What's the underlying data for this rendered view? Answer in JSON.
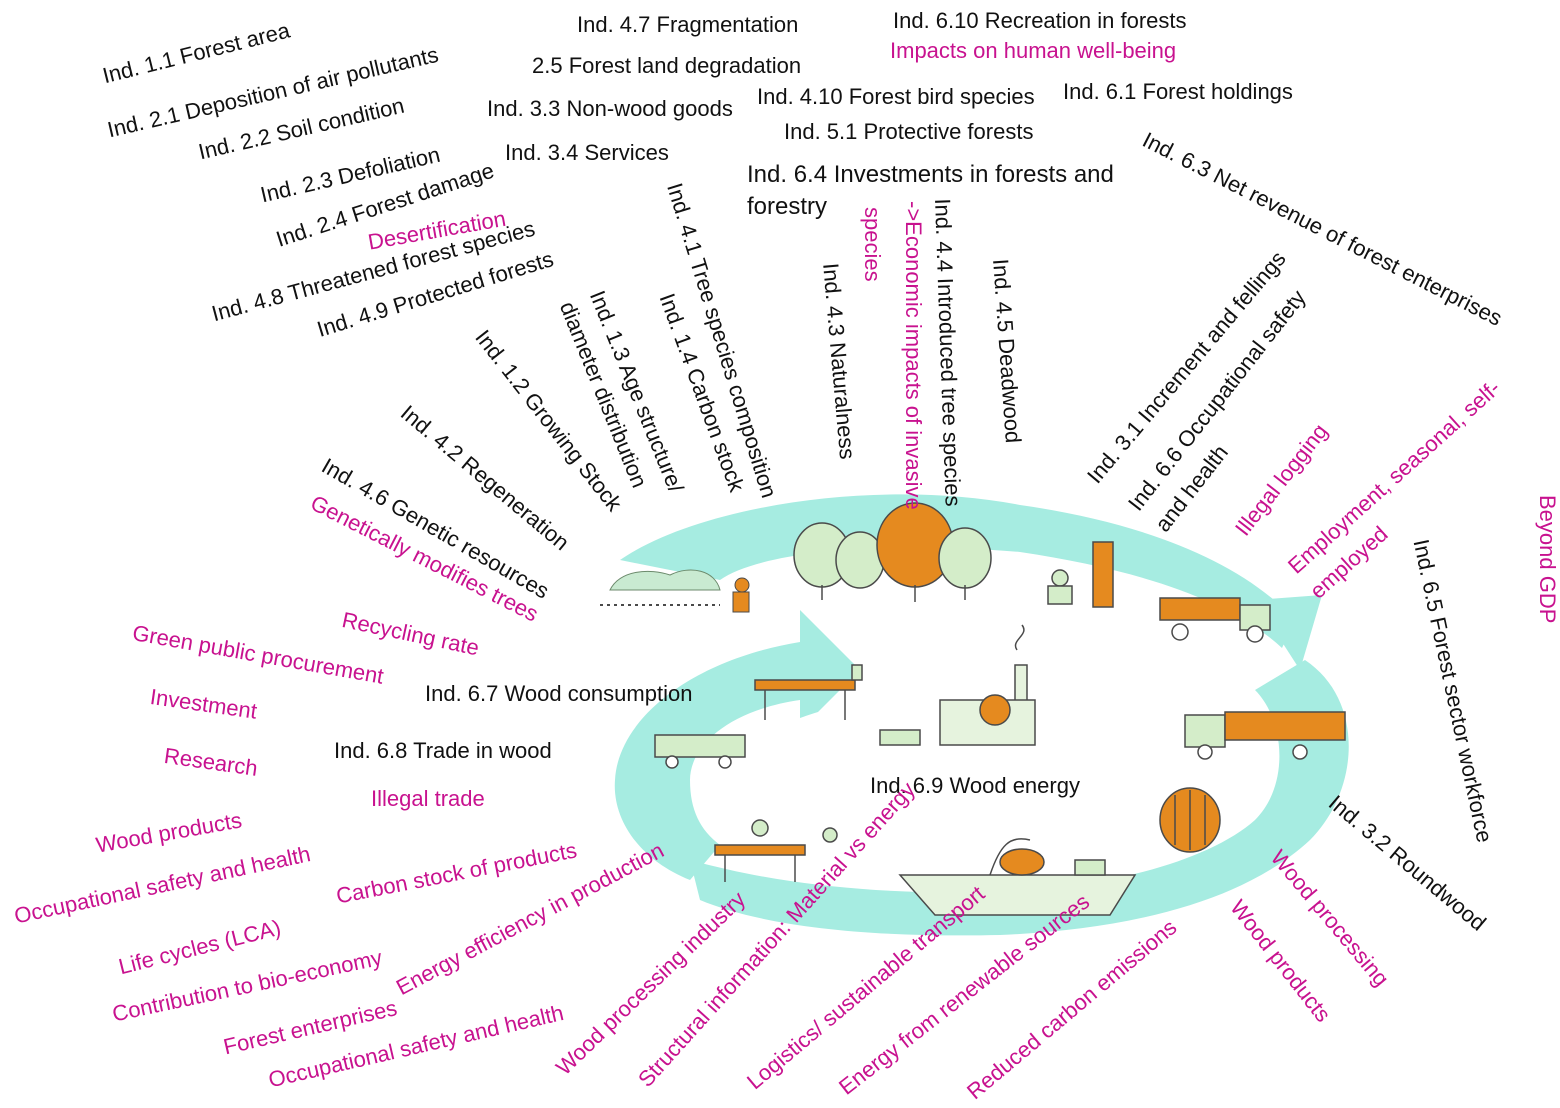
{
  "colors": {
    "cycle_fill": "#a6ece1",
    "indicator_text": "#111111",
    "new_topic_text": "#c8128f",
    "tree_orange": "#e58a1f",
    "tree_green": "#d4edc9",
    "illustration_line": "#4a4a4a"
  },
  "illustrations": [
    "seedlings-icon",
    "forester-icon",
    "forest-trees-icon",
    "logger-icon",
    "log-truck-icon",
    "sawmill-factory-icon",
    "table-icon",
    "van-icon",
    "timber-truck-icon",
    "stacked-wood-icon",
    "carpenter-icon",
    "cargo-ship-icon"
  ],
  "labels": {
    "ind_4_7": "Ind. 4.7 Fragmentation",
    "ind_6_10": "Ind. 6.10 Recreation in forests",
    "impacts_wellbeing": "Impacts on human well-being",
    "ind_1_1": "Ind. 1.1 Forest area",
    "ind_2_1": "Ind. 2.1 Deposition of air pollutants",
    "ind_2_5": "2.5 Forest land degradation",
    "ind_4_10": "Ind. 4.10 Forest bird species",
    "ind_6_1": "Ind. 6.1 Forest holdings",
    "ind_3_3": "Ind. 3.3 Non-wood goods",
    "ind_2_2": "Ind. 2.2 Soil condition",
    "ind_5_1": "Ind. 5.1 Protective forests",
    "ind_3_4": "Ind. 3.4 Services",
    "ind_2_3": "Ind. 2.3 Defoliation",
    "ind_6_4_line1": "Ind. 6.4 Investments in forests and",
    "ind_6_4_line2": "forestry",
    "ind_6_3": "Ind. 6.3 Net revenue of forest enterprises",
    "ind_2_4": "Ind. 2.4 Forest damage",
    "desertification": "Desertification",
    "ind_4_8": "Ind. 4.8 Threatened forest species",
    "ind_4_9": "Ind. 4.9 Protected forests",
    "invasive_line1": "->Economic impacts of invasive",
    "invasive_line2": "species",
    "ind_4_4": "Ind. 4.4 Introduced tree species",
    "ind_4_5": "Ind. 4.5 Deadwood",
    "ind_4_1": "Ind. 4.1 Tree species composition",
    "ind_4_3": "Ind. 4.3 Naturalness",
    "ind_1_4": "Ind. 1.4 Carbon stock",
    "ind_1_3_line1": "Ind. 1.3 Age structure/",
    "ind_1_3_line2": "diameter distribution",
    "ind_1_2": "Ind. 1.2 Growing Stock",
    "ind_4_2": "Ind. 4.2 Regeneration",
    "ind_4_6": "Ind. 4.6 Genetic resources",
    "gm_trees": "Genetically modifies trees",
    "ind_3_1": "Ind. 3.1 Increment and fellings",
    "ind_6_6_line1": "Ind. 6.6 Occupational safety",
    "ind_6_6_line2": "and health",
    "illegal_logging": "Illegal logging",
    "employment_line1": "Employment, seasonal, self-",
    "employment_line2": "employed",
    "beyond_gdp": "Beyond GDP",
    "ind_6_5": "Ind. 6.5 Forest sector workforce",
    "recycling_rate": "Recycling rate",
    "green_procurement": "Green public procurement",
    "ind_6_7": "Ind. 6.7 Wood consumption",
    "investment": "Investment",
    "research": "Research",
    "ind_6_8": "Ind. 6.8 Trade in wood",
    "ind_6_9": "Ind. 6.9  Wood energy",
    "illegal_trade": "Illegal trade",
    "wood_products_left": "Wood products",
    "occ_safety_left": "Occupational safety and health",
    "carbon_stock_products": "Carbon stock of products",
    "ind_3_2": "Ind. 3.2 Roundwood",
    "life_cycles": "Life cycles (LCA)",
    "energy_efficiency": "Energy efficiency in production",
    "contribution_bioeconomy": "Contribution to bio-economy",
    "forest_enterprises": "Forest enterprises",
    "occ_safety_bottom": "Occupational safety and health",
    "wood_processing_industry": "Wood processing industry",
    "structural_info": "Structural information: Material vs energy",
    "logistics": "Logistics/ sustainable transport",
    "energy_renewable": "Energy from renewable sources",
    "reduced_carbon": "Reduced carbon emissions",
    "wood_products_right": "Wood products",
    "wood_processing_right": "Wood processing"
  }
}
